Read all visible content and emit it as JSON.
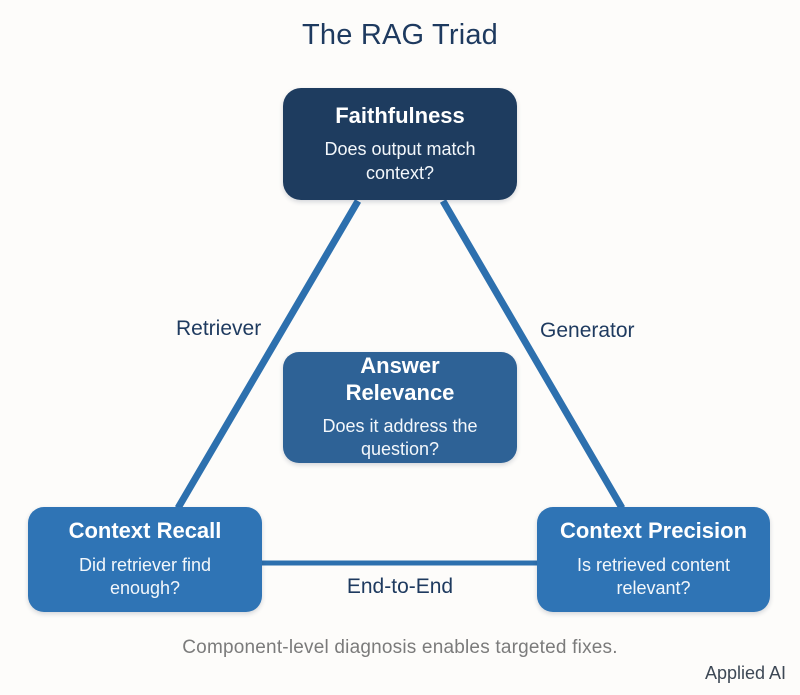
{
  "title": "The RAG Triad",
  "nodes": {
    "faithfulness": {
      "label": "Faithfulness",
      "question": "Does output match context?",
      "color": "#1e3c5f"
    },
    "answer_relevance": {
      "label": "Answer Relevance",
      "question": "Does it address the question?",
      "color": "#2e6296"
    },
    "context_recall": {
      "label": "Context Recall",
      "question": "Did retriever find enough?",
      "color": "#2f74b5"
    },
    "context_precision": {
      "label": "Context Precision",
      "question": "Is retrieved content relevant?",
      "color": "#2f74b5"
    }
  },
  "edges": {
    "left_label": "Retriever",
    "right_label": "Generator",
    "bottom_label": "End-to-End"
  },
  "footer": {
    "caption": "Component-level diagnosis enables targeted fixes.",
    "attribution": "Applied AI"
  },
  "colors": {
    "background": "#fdfcfa",
    "line": "#2d70ae",
    "title_text": "#1e3a5f",
    "edge_label_text": "#1e3a5f",
    "caption_text": "#7b7b7b",
    "attribution_text": "#3d4855",
    "node_text": "#ffffff"
  }
}
